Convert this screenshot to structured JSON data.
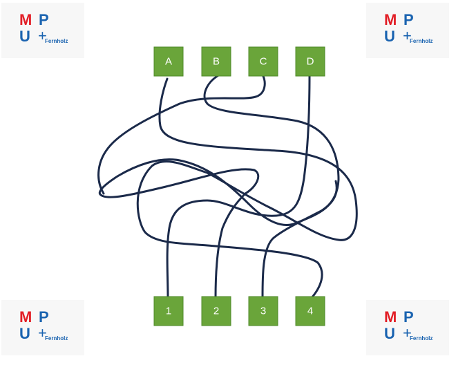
{
  "logo": {
    "m": "M",
    "p": "P",
    "u": "U",
    "plus": "+",
    "text": "Fernholz",
    "colors": {
      "red": "#e21e26",
      "blue": "#1a63b0"
    }
  },
  "top_nodes": [
    "A",
    "B",
    "C",
    "D"
  ],
  "bottom_nodes": [
    "1",
    "2",
    "3",
    "4"
  ],
  "colors": {
    "node_fill": "#6aa53a",
    "wire": "#1b2a4a"
  }
}
